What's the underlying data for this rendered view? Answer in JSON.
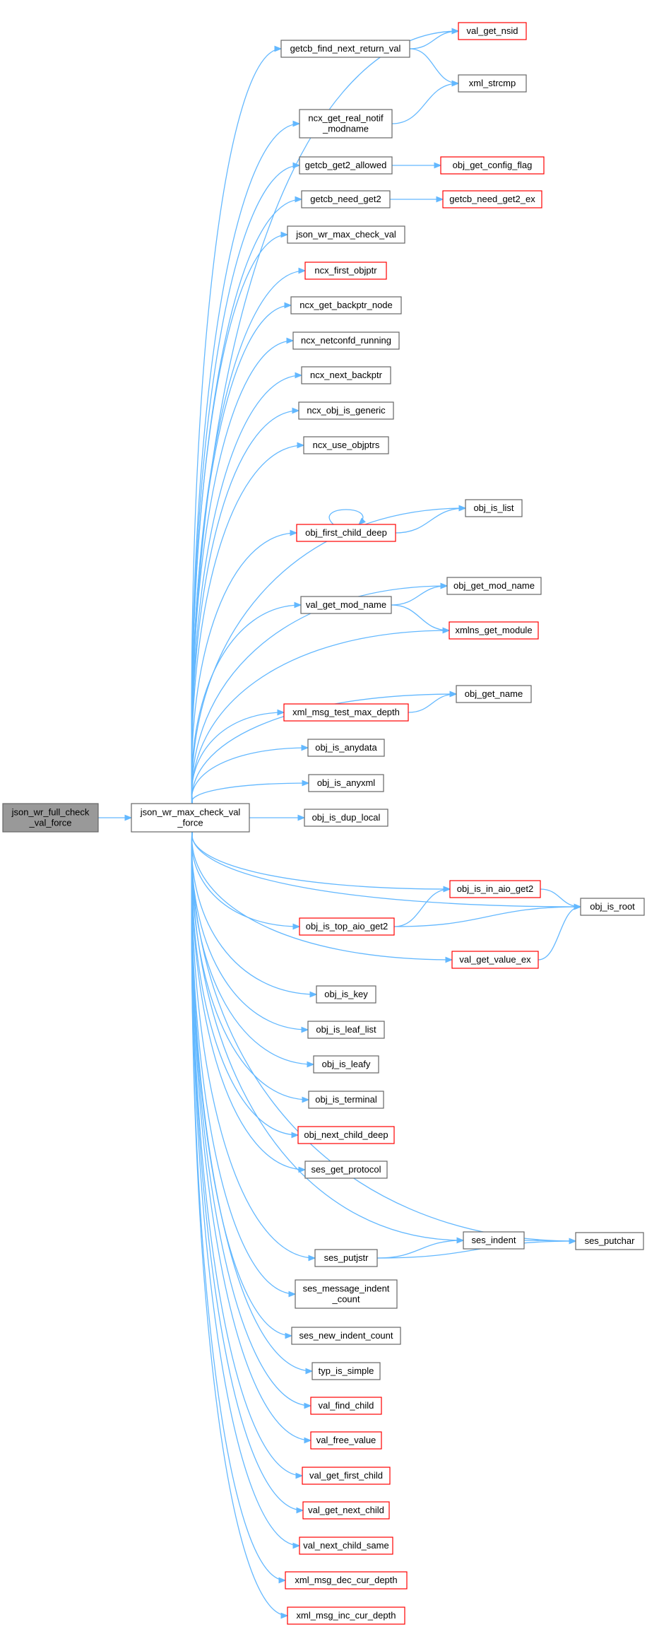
{
  "colors": {
    "edge": "#63b8ff",
    "node_border": "#666666",
    "node_border_truncated": "#ff0000",
    "root_fill": "#999999"
  },
  "nodes": [
    {
      "id": "json_wr_full_check_val_force",
      "lines": [
        "json_wr_full_check",
        "_val_force"
      ],
      "style": "root"
    },
    {
      "id": "json_wr_max_check_val_force",
      "lines": [
        "json_wr_max_check_val",
        "_force"
      ],
      "style": "normal"
    },
    {
      "id": "getcb_find_next_return_val",
      "lines": [
        "getcb_find_next_return_val"
      ],
      "style": "normal"
    },
    {
      "id": "val_get_nsid",
      "lines": [
        "val_get_nsid"
      ],
      "style": "red"
    },
    {
      "id": "xml_strcmp",
      "lines": [
        "xml_strcmp"
      ],
      "style": "normal"
    },
    {
      "id": "ncx_get_real_notif_modname",
      "lines": [
        "ncx_get_real_notif",
        "_modname"
      ],
      "style": "normal"
    },
    {
      "id": "getcb_get2_allowed",
      "lines": [
        "getcb_get2_allowed"
      ],
      "style": "normal"
    },
    {
      "id": "obj_get_config_flag",
      "lines": [
        "obj_get_config_flag"
      ],
      "style": "red"
    },
    {
      "id": "getcb_need_get2",
      "lines": [
        "getcb_need_get2"
      ],
      "style": "normal"
    },
    {
      "id": "getcb_need_get2_ex",
      "lines": [
        "getcb_need_get2_ex"
      ],
      "style": "red"
    },
    {
      "id": "json_wr_max_check_val",
      "lines": [
        "json_wr_max_check_val"
      ],
      "style": "normal"
    },
    {
      "id": "ncx_first_objptr",
      "lines": [
        "ncx_first_objptr"
      ],
      "style": "red"
    },
    {
      "id": "ncx_get_backptr_node",
      "lines": [
        "ncx_get_backptr_node"
      ],
      "style": "normal"
    },
    {
      "id": "ncx_netconfd_running",
      "lines": [
        "ncx_netconfd_running"
      ],
      "style": "normal"
    },
    {
      "id": "ncx_next_backptr",
      "lines": [
        "ncx_next_backptr"
      ],
      "style": "normal"
    },
    {
      "id": "ncx_obj_is_generic",
      "lines": [
        "ncx_obj_is_generic"
      ],
      "style": "normal"
    },
    {
      "id": "ncx_use_objptrs",
      "lines": [
        "ncx_use_objptrs"
      ],
      "style": "normal"
    },
    {
      "id": "obj_is_list",
      "lines": [
        "obj_is_list"
      ],
      "style": "normal"
    },
    {
      "id": "obj_first_child_deep",
      "lines": [
        "obj_first_child_deep"
      ],
      "style": "red"
    },
    {
      "id": "obj_get_mod_name",
      "lines": [
        "obj_get_mod_name"
      ],
      "style": "normal"
    },
    {
      "id": "val_get_mod_name",
      "lines": [
        "val_get_mod_name"
      ],
      "style": "normal"
    },
    {
      "id": "xmlns_get_module",
      "lines": [
        "xmlns_get_module"
      ],
      "style": "red"
    },
    {
      "id": "obj_get_name",
      "lines": [
        "obj_get_name"
      ],
      "style": "normal"
    },
    {
      "id": "xml_msg_test_max_depth",
      "lines": [
        "xml_msg_test_max_depth"
      ],
      "style": "red"
    },
    {
      "id": "obj_is_anydata",
      "lines": [
        "obj_is_anydata"
      ],
      "style": "normal"
    },
    {
      "id": "obj_is_anyxml",
      "lines": [
        "obj_is_anyxml"
      ],
      "style": "normal"
    },
    {
      "id": "obj_is_dup_local",
      "lines": [
        "obj_is_dup_local"
      ],
      "style": "normal"
    },
    {
      "id": "obj_is_in_aio_get2",
      "lines": [
        "obj_is_in_aio_get2"
      ],
      "style": "red"
    },
    {
      "id": "obj_is_root",
      "lines": [
        "obj_is_root"
      ],
      "style": "normal"
    },
    {
      "id": "obj_is_top_aio_get2",
      "lines": [
        "obj_is_top_aio_get2"
      ],
      "style": "red"
    },
    {
      "id": "val_get_value_ex",
      "lines": [
        "val_get_value_ex"
      ],
      "style": "red"
    },
    {
      "id": "obj_is_key",
      "lines": [
        "obj_is_key"
      ],
      "style": "normal"
    },
    {
      "id": "obj_is_leaf_list",
      "lines": [
        "obj_is_leaf_list"
      ],
      "style": "normal"
    },
    {
      "id": "obj_is_leafy",
      "lines": [
        "obj_is_leafy"
      ],
      "style": "normal"
    },
    {
      "id": "obj_is_terminal",
      "lines": [
        "obj_is_terminal"
      ],
      "style": "normal"
    },
    {
      "id": "obj_next_child_deep",
      "lines": [
        "obj_next_child_deep"
      ],
      "style": "red"
    },
    {
      "id": "ses_get_protocol",
      "lines": [
        "ses_get_protocol"
      ],
      "style": "normal"
    },
    {
      "id": "ses_indent",
      "lines": [
        "ses_indent"
      ],
      "style": "normal"
    },
    {
      "id": "ses_putchar",
      "lines": [
        "ses_putchar"
      ],
      "style": "normal"
    },
    {
      "id": "ses_putjstr",
      "lines": [
        "ses_putjstr"
      ],
      "style": "normal"
    },
    {
      "id": "ses_message_indent_count",
      "lines": [
        "ses_message_indent",
        "_count"
      ],
      "style": "normal"
    },
    {
      "id": "ses_new_indent_count",
      "lines": [
        "ses_new_indent_count"
      ],
      "style": "normal"
    },
    {
      "id": "typ_is_simple",
      "lines": [
        "typ_is_simple"
      ],
      "style": "normal"
    },
    {
      "id": "val_find_child",
      "lines": [
        "val_find_child"
      ],
      "style": "red"
    },
    {
      "id": "val_free_value",
      "lines": [
        "val_free_value"
      ],
      "style": "red"
    },
    {
      "id": "val_get_first_child",
      "lines": [
        "val_get_first_child"
      ],
      "style": "red"
    },
    {
      "id": "val_get_next_child",
      "lines": [
        "val_get_next_child"
      ],
      "style": "red"
    },
    {
      "id": "val_next_child_same",
      "lines": [
        "val_next_child_same"
      ],
      "style": "red"
    },
    {
      "id": "xml_msg_dec_cur_depth",
      "lines": [
        "xml_msg_dec_cur_depth"
      ],
      "style": "red"
    },
    {
      "id": "xml_msg_inc_cur_depth",
      "lines": [
        "xml_msg_inc_cur_depth"
      ],
      "style": "red"
    }
  ],
  "edges": [
    [
      "json_wr_full_check_val_force",
      "json_wr_max_check_val_force"
    ],
    [
      "json_wr_max_check_val_force",
      "getcb_find_next_return_val"
    ],
    [
      "json_wr_max_check_val_force",
      "val_get_nsid"
    ],
    [
      "json_wr_max_check_val_force",
      "ncx_get_real_notif_modname"
    ],
    [
      "json_wr_max_check_val_force",
      "getcb_get2_allowed"
    ],
    [
      "json_wr_max_check_val_force",
      "getcb_need_get2"
    ],
    [
      "json_wr_max_check_val_force",
      "json_wr_max_check_val"
    ],
    [
      "json_wr_max_check_val_force",
      "ncx_first_objptr"
    ],
    [
      "json_wr_max_check_val_force",
      "ncx_get_backptr_node"
    ],
    [
      "json_wr_max_check_val_force",
      "ncx_netconfd_running"
    ],
    [
      "json_wr_max_check_val_force",
      "ncx_next_backptr"
    ],
    [
      "json_wr_max_check_val_force",
      "ncx_obj_is_generic"
    ],
    [
      "json_wr_max_check_val_force",
      "ncx_use_objptrs"
    ],
    [
      "json_wr_max_check_val_force",
      "obj_is_list"
    ],
    [
      "json_wr_max_check_val_force",
      "obj_first_child_deep"
    ],
    [
      "json_wr_max_check_val_force",
      "obj_get_mod_name"
    ],
    [
      "json_wr_max_check_val_force",
      "val_get_mod_name"
    ],
    [
      "json_wr_max_check_val_force",
      "xmlns_get_module"
    ],
    [
      "json_wr_max_check_val_force",
      "obj_get_name"
    ],
    [
      "json_wr_max_check_val_force",
      "xml_msg_test_max_depth"
    ],
    [
      "json_wr_max_check_val_force",
      "obj_is_anydata"
    ],
    [
      "json_wr_max_check_val_force",
      "obj_is_anyxml"
    ],
    [
      "json_wr_max_check_val_force",
      "obj_is_dup_local"
    ],
    [
      "json_wr_max_check_val_force",
      "obj_is_in_aio_get2"
    ],
    [
      "json_wr_max_check_val_force",
      "obj_is_root"
    ],
    [
      "json_wr_max_check_val_force",
      "obj_is_top_aio_get2"
    ],
    [
      "json_wr_max_check_val_force",
      "val_get_value_ex"
    ],
    [
      "json_wr_max_check_val_force",
      "obj_is_key"
    ],
    [
      "json_wr_max_check_val_force",
      "obj_is_leaf_list"
    ],
    [
      "json_wr_max_check_val_force",
      "obj_is_leafy"
    ],
    [
      "json_wr_max_check_val_force",
      "obj_is_terminal"
    ],
    [
      "json_wr_max_check_val_force",
      "obj_next_child_deep"
    ],
    [
      "json_wr_max_check_val_force",
      "ses_get_protocol"
    ],
    [
      "json_wr_max_check_val_force",
      "ses_indent"
    ],
    [
      "json_wr_max_check_val_force",
      "ses_putchar"
    ],
    [
      "json_wr_max_check_val_force",
      "ses_putjstr"
    ],
    [
      "json_wr_max_check_val_force",
      "ses_message_indent_count"
    ],
    [
      "json_wr_max_check_val_force",
      "ses_new_indent_count"
    ],
    [
      "json_wr_max_check_val_force",
      "typ_is_simple"
    ],
    [
      "json_wr_max_check_val_force",
      "val_find_child"
    ],
    [
      "json_wr_max_check_val_force",
      "val_free_value"
    ],
    [
      "json_wr_max_check_val_force",
      "val_get_first_child"
    ],
    [
      "json_wr_max_check_val_force",
      "val_get_next_child"
    ],
    [
      "json_wr_max_check_val_force",
      "val_next_child_same"
    ],
    [
      "json_wr_max_check_val_force",
      "xml_msg_dec_cur_depth"
    ],
    [
      "json_wr_max_check_val_force",
      "xml_msg_inc_cur_depth"
    ],
    [
      "getcb_find_next_return_val",
      "val_get_nsid"
    ],
    [
      "getcb_find_next_return_val",
      "xml_strcmp"
    ],
    [
      "ncx_get_real_notif_modname",
      "xml_strcmp"
    ],
    [
      "getcb_get2_allowed",
      "obj_get_config_flag"
    ],
    [
      "getcb_need_get2",
      "getcb_need_get2_ex"
    ],
    [
      "obj_first_child_deep",
      "obj_first_child_deep"
    ],
    [
      "obj_first_child_deep",
      "obj_is_list"
    ],
    [
      "val_get_mod_name",
      "obj_get_mod_name"
    ],
    [
      "val_get_mod_name",
      "xmlns_get_module"
    ],
    [
      "xml_msg_test_max_depth",
      "obj_get_name"
    ],
    [
      "obj_is_in_aio_get2",
      "obj_is_root"
    ],
    [
      "obj_is_top_aio_get2",
      "obj_is_in_aio_get2"
    ],
    [
      "obj_is_top_aio_get2",
      "obj_is_root"
    ],
    [
      "val_get_value_ex",
      "obj_is_root"
    ],
    [
      "ses_indent",
      "ses_putchar"
    ],
    [
      "ses_putjstr",
      "ses_indent"
    ],
    [
      "ses_putjstr",
      "ses_putchar"
    ]
  ]
}
